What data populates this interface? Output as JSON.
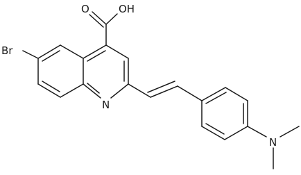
{
  "molecule": {
    "atoms": [
      {
        "id": "br",
        "label": "Br"
      },
      {
        "id": "n-quinoline",
        "label": "N"
      },
      {
        "id": "n-dimethylamino",
        "label": "N"
      },
      {
        "id": "o-carbonyl",
        "label": "O"
      },
      {
        "id": "oh-hydroxyl",
        "label": "OH"
      }
    ]
  },
  "colors": {
    "bond": "#1a1a1a",
    "background": "#ffffff"
  }
}
